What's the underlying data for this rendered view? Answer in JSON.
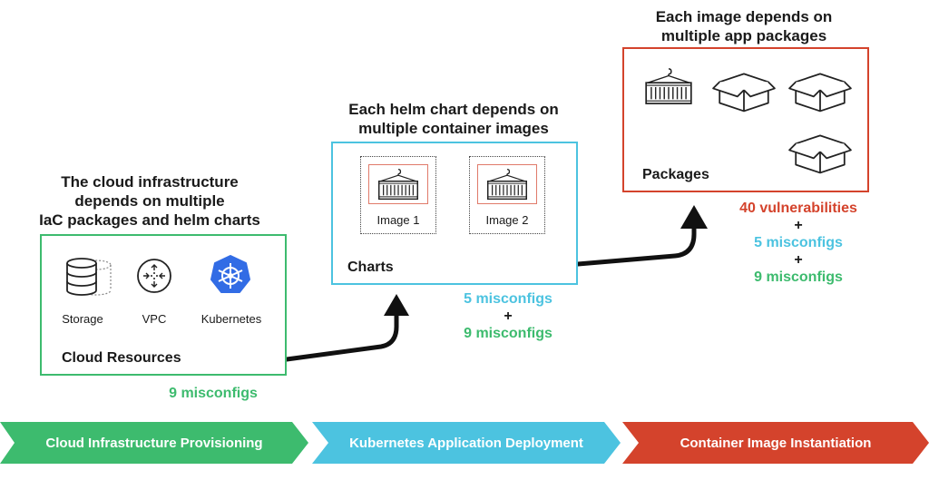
{
  "headings": {
    "cloud": [
      "The cloud infrastructure",
      "depends on multiple",
      "IaC packages and helm charts"
    ],
    "helm": [
      "Each helm chart depends on",
      "multiple container images"
    ],
    "image": [
      "Each image depends on",
      "multiple app packages"
    ]
  },
  "cloud_box": {
    "title": "Cloud Resources",
    "resources": [
      {
        "label": "Storage",
        "icon": "database-icon"
      },
      {
        "label": "VPC",
        "icon": "vpc-icon"
      },
      {
        "label": "Kubernetes",
        "icon": "kubernetes-icon"
      }
    ]
  },
  "charts_box": {
    "title": "Charts",
    "images": [
      "Image 1",
      "Image 2"
    ]
  },
  "packages_box": {
    "title": "Packages"
  },
  "counts": {
    "cloud": [
      "9 misconfigs"
    ],
    "charts": [
      "5 misconfigs",
      "+",
      "9 misconfigs"
    ],
    "packages": [
      "40 vulnerabilities",
      "+",
      "5 misconfigs",
      "+",
      "9 misconfigs"
    ]
  },
  "phases": [
    {
      "label": "Cloud Infrastructure Provisioning",
      "color": "#3dbb6e"
    },
    {
      "label": "Kubernetes Application Deployment",
      "color": "#4cc3e0"
    },
    {
      "label": "Container Image Instantiation",
      "color": "#d4432c"
    }
  ],
  "colors": {
    "green": "#3dbb6e",
    "blue": "#4cc3e0",
    "red": "#d4432c",
    "dark": "#1a1a1a"
  }
}
